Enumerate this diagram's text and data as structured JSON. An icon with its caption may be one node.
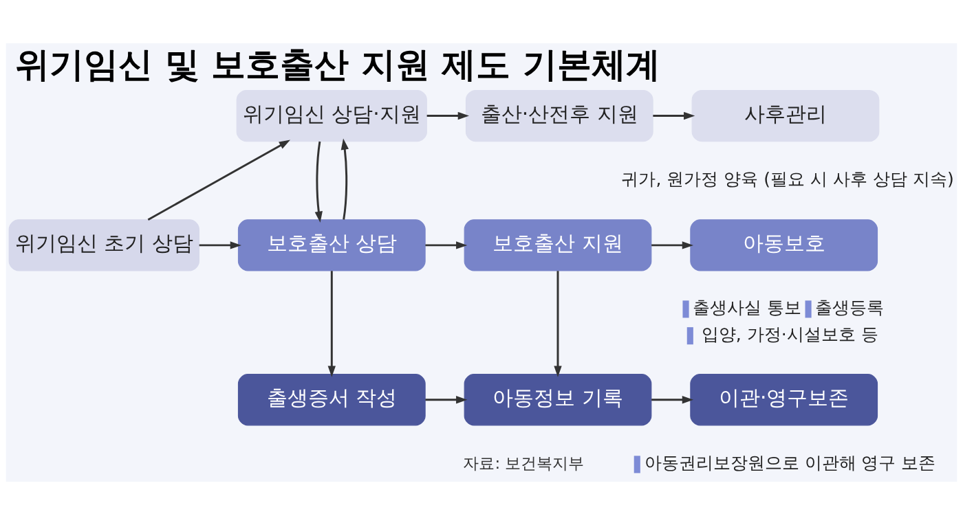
{
  "diagram": {
    "title": "위기임신 및 보호출산 지원 제도 기본체계",
    "nodes": [
      {
        "text": [
          "위기임신 초기 상담"
        ]
      },
      {
        "text": [
          "위기임신 상담·지원"
        ]
      },
      {
        "text": [
          "출산·산전후 지원"
        ]
      },
      {
        "text": [
          "사후관리"
        ],
        "beside": [
          "귀가, 원가정 양육 (필요 시 사후 상담 지속)"
        ]
      },
      {
        "text": [
          "보호출산 상담"
        ]
      },
      {
        "text": [
          "보호출산 지원"
        ]
      },
      {
        "text": [
          "아동보호"
        ],
        "beside": [
          "출생사실 통보",
          "출생등록",
          "입양, 가정·시설보호 등"
        ]
      },
      {
        "text": [
          "출생증서 작성"
        ]
      },
      {
        "text": [
          "아동정보 기록"
        ]
      },
      {
        "text": [
          "이관·영구보존"
        ],
        "beside": [
          "아동권리보장원으로 이관해 영구 보존"
        ]
      }
    ],
    "edges": [
      {
        "from": 0,
        "to": 1,
        "arrow": "to"
      },
      {
        "from": 0,
        "to": 4,
        "arrow": "to"
      },
      {
        "from": 1,
        "to": 2,
        "arrow": "to"
      },
      {
        "from": 2,
        "to": 3,
        "arrow": "to"
      },
      {
        "from": 4,
        "to": 1,
        "arrow": "to"
      },
      {
        "from": 1,
        "to": 4,
        "arrow": "to"
      },
      {
        "from": 4,
        "to": 5,
        "arrow": "to"
      },
      {
        "from": 5,
        "to": 6,
        "arrow": "to"
      },
      {
        "from": 4,
        "to": 7,
        "arrow": "to"
      },
      {
        "from": 5,
        "to": 8,
        "arrow": "to"
      },
      {
        "from": 7,
        "to": 8,
        "arrow": "to"
      },
      {
        "from": 8,
        "to": 9,
        "arrow": "to"
      }
    ],
    "labels": [
      "자료: 보건복지부"
    ]
  }
}
